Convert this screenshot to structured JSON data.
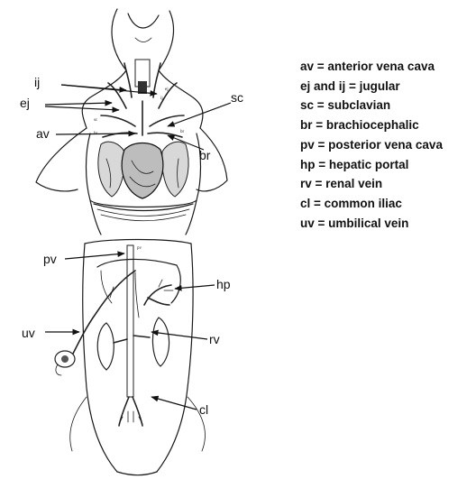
{
  "labels": {
    "ij": "ij",
    "ej": "ej",
    "av": "av",
    "sc": "sc",
    "br": "br",
    "pv": "pv",
    "hp": "hp",
    "uv": "uv",
    "rv": "rv",
    "cl": "cl"
  },
  "tiny_labels": {
    "sc_small": "sc",
    "br_small_left": "br",
    "br_small_right": "br",
    "pv_small": "pv",
    "ej_small": "ej",
    "ij_small": "ij"
  },
  "legend": [
    "av = anterior vena cava",
    "ej and ij = jugular",
    "sc = subclavian",
    "br = brachiocephalic",
    "pv = posterior vena cava",
    "hp = hepatic portal",
    "rv = renal vein",
    "cl = common iliac",
    "uv = umbilical vein"
  ]
}
